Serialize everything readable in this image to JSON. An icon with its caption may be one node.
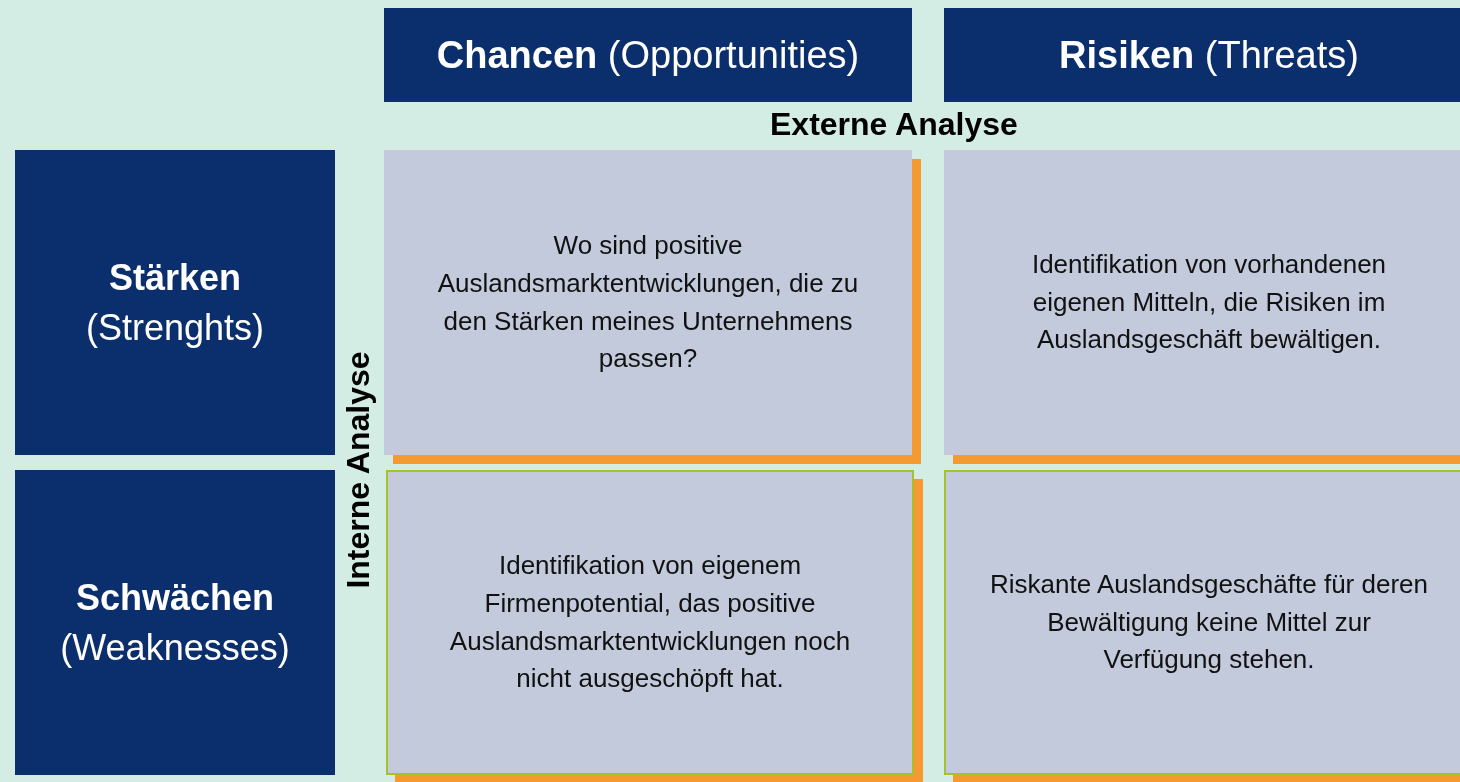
{
  "diagram": {
    "nodes": [
      {
        "text": [
          "**Chancen** (Opportunities)"
        ]
      },
      {
        "text": [
          "**Risiken** (Threats)"
        ]
      },
      {
        "text": [
          "Stärken",
          "(Strenghts)"
        ]
      },
      {
        "text": [
          "Schwächen",
          "(Weaknesses)"
        ]
      },
      {
        "text": [
          "Wo sind positive Auslandsmarktentwicklungen, die zu den Stärken meines Unternehmens passen?"
        ]
      },
      {
        "text": [
          "Identifikation von vorhandenen eigenen Mitteln, die Risiken im Auslandsgeschäft bewältigen."
        ]
      },
      {
        "text": [
          "Identifikation von eigenem Firmenpotential, das positive Auslandsmarktentwicklungen noch nicht ausgeschöpft hat."
        ]
      },
      {
        "text": [
          "Riskante Auslandsgeschäfte für deren Bewältigung keine Mittel zur Verfügung stehen."
        ]
      }
    ],
    "edges": [],
    "labels": [
      "Externe Analyse",
      "Interne Analyse"
    ]
  }
}
